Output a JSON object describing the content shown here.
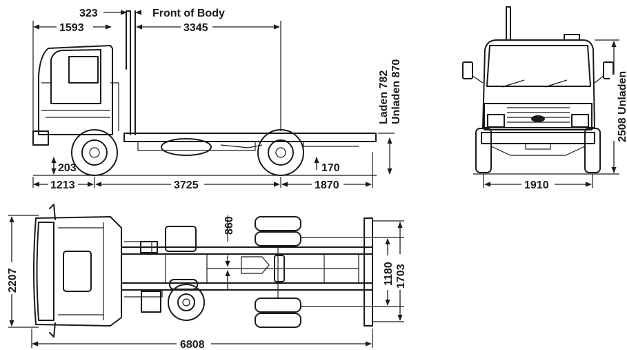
{
  "labels": {
    "front_of_body": "Front of Body",
    "laden": "Laden 782",
    "unladen": "Unladen 870",
    "unladen_height": "2508 Unladen"
  },
  "side_view": {
    "d_323": "323",
    "d_1593": "1593",
    "d_3345": "3345",
    "d_203": "203",
    "d_170": "170",
    "d_1213": "1213",
    "d_3725": "3725",
    "d_1870": "1870"
  },
  "front_view": {
    "d_1910": "1910"
  },
  "top_view": {
    "d_2207": "2207",
    "d_860": "860",
    "d_1180": "1180",
    "d_1703": "1703",
    "d_6808": "6808"
  }
}
